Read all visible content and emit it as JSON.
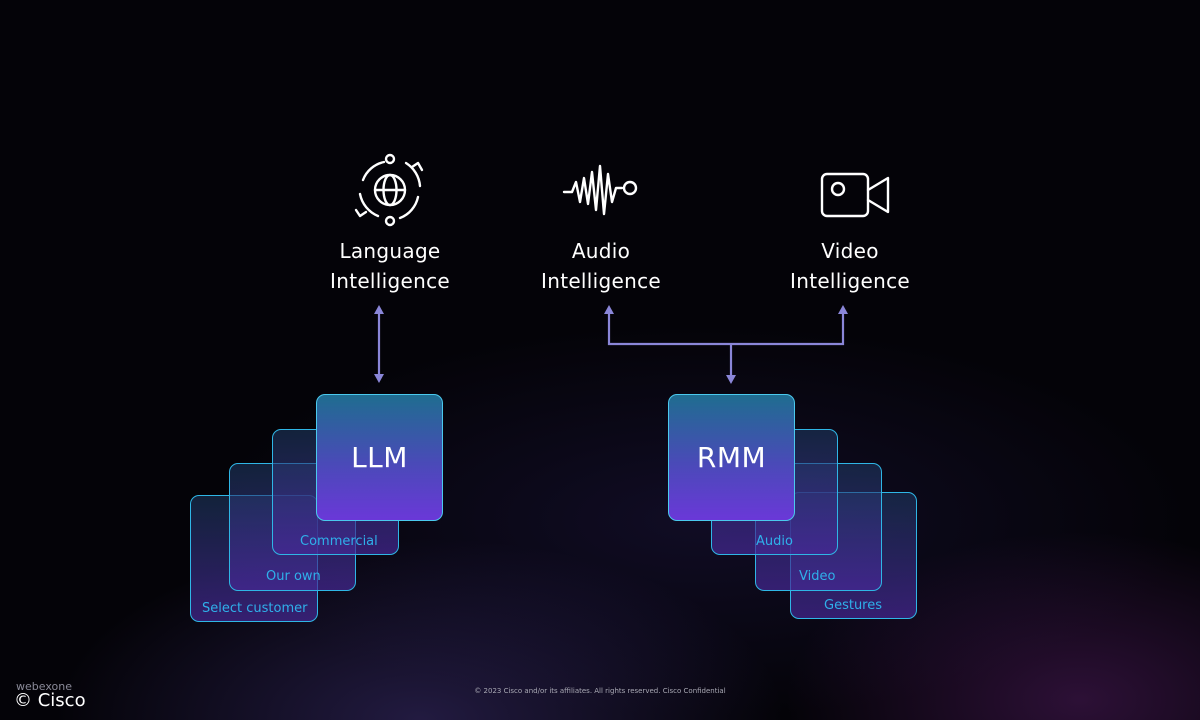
{
  "columns": [
    {
      "id": "language",
      "icon": "globe-cycle-icon",
      "label_line1": "Language",
      "label_line2": "Intelligence"
    },
    {
      "id": "audio",
      "icon": "audio-wave-icon",
      "label_line1": "Audio",
      "label_line2": "Intelligence"
    },
    {
      "id": "video",
      "icon": "video-camera-icon",
      "label_line1": "Video",
      "label_line2": "Intelligence"
    }
  ],
  "llm_stack": {
    "title": "LLM",
    "layers": [
      "Commercial",
      "Our own",
      "Select customer"
    ]
  },
  "rmm_stack": {
    "title": "RMM",
    "layers": [
      "Audio",
      "Video",
      "Gestures"
    ]
  },
  "footer": {
    "legal": "© 2023 Cisco and/or its affiliates. All rights reserved. Cisco Confidential",
    "brand": "webexone",
    "copyright": "© Cisco"
  },
  "colors": {
    "card_border": "#2fb6e6",
    "connector": "#8a86d8",
    "layer_label": "#2fb0ea"
  }
}
